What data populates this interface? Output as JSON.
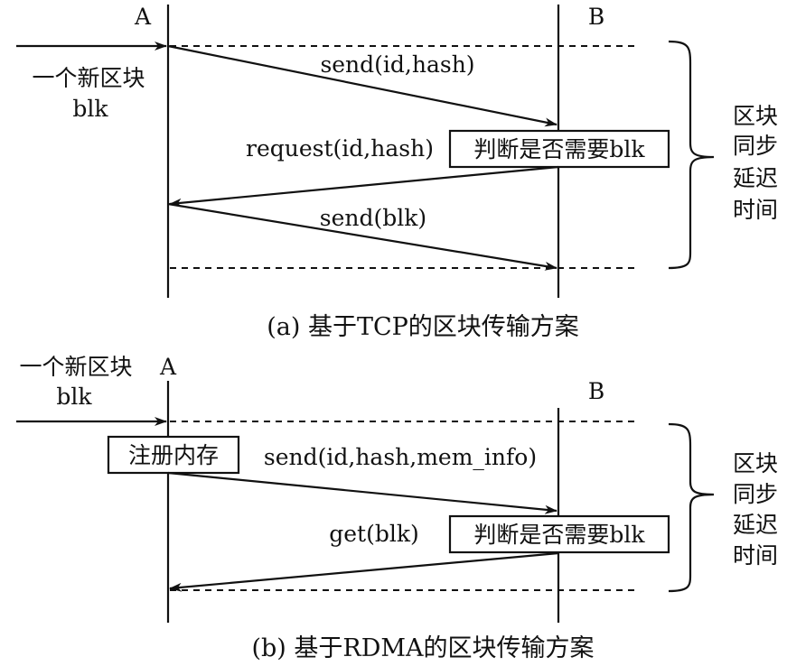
{
  "panel_a": {
    "node_a": "A",
    "node_b": "B",
    "input_line1": "一个新区块",
    "input_line2": "blk",
    "msg_send_hash": "send(id,hash)",
    "msg_request": "request(id,hash)",
    "msg_send_blk": "send(blk)",
    "box_judge": "判断是否需要blk",
    "delay_label": [
      "区块",
      "同步",
      "延迟",
      "时间"
    ],
    "caption": "(a) 基于TCP的区块传输方案"
  },
  "panel_b": {
    "node_a": "A",
    "node_b": "B",
    "input_line1": "一个新区块",
    "input_line2": "blk",
    "box_register": "注册内存",
    "msg_send_info": "send(id,hash,mem_info)",
    "msg_get": "get(blk)",
    "box_judge": "判断是否需要blk",
    "delay_label": [
      "区块",
      "同步",
      "延迟",
      "时间"
    ],
    "caption": "(b) 基于RDMA的区块传输方案"
  }
}
